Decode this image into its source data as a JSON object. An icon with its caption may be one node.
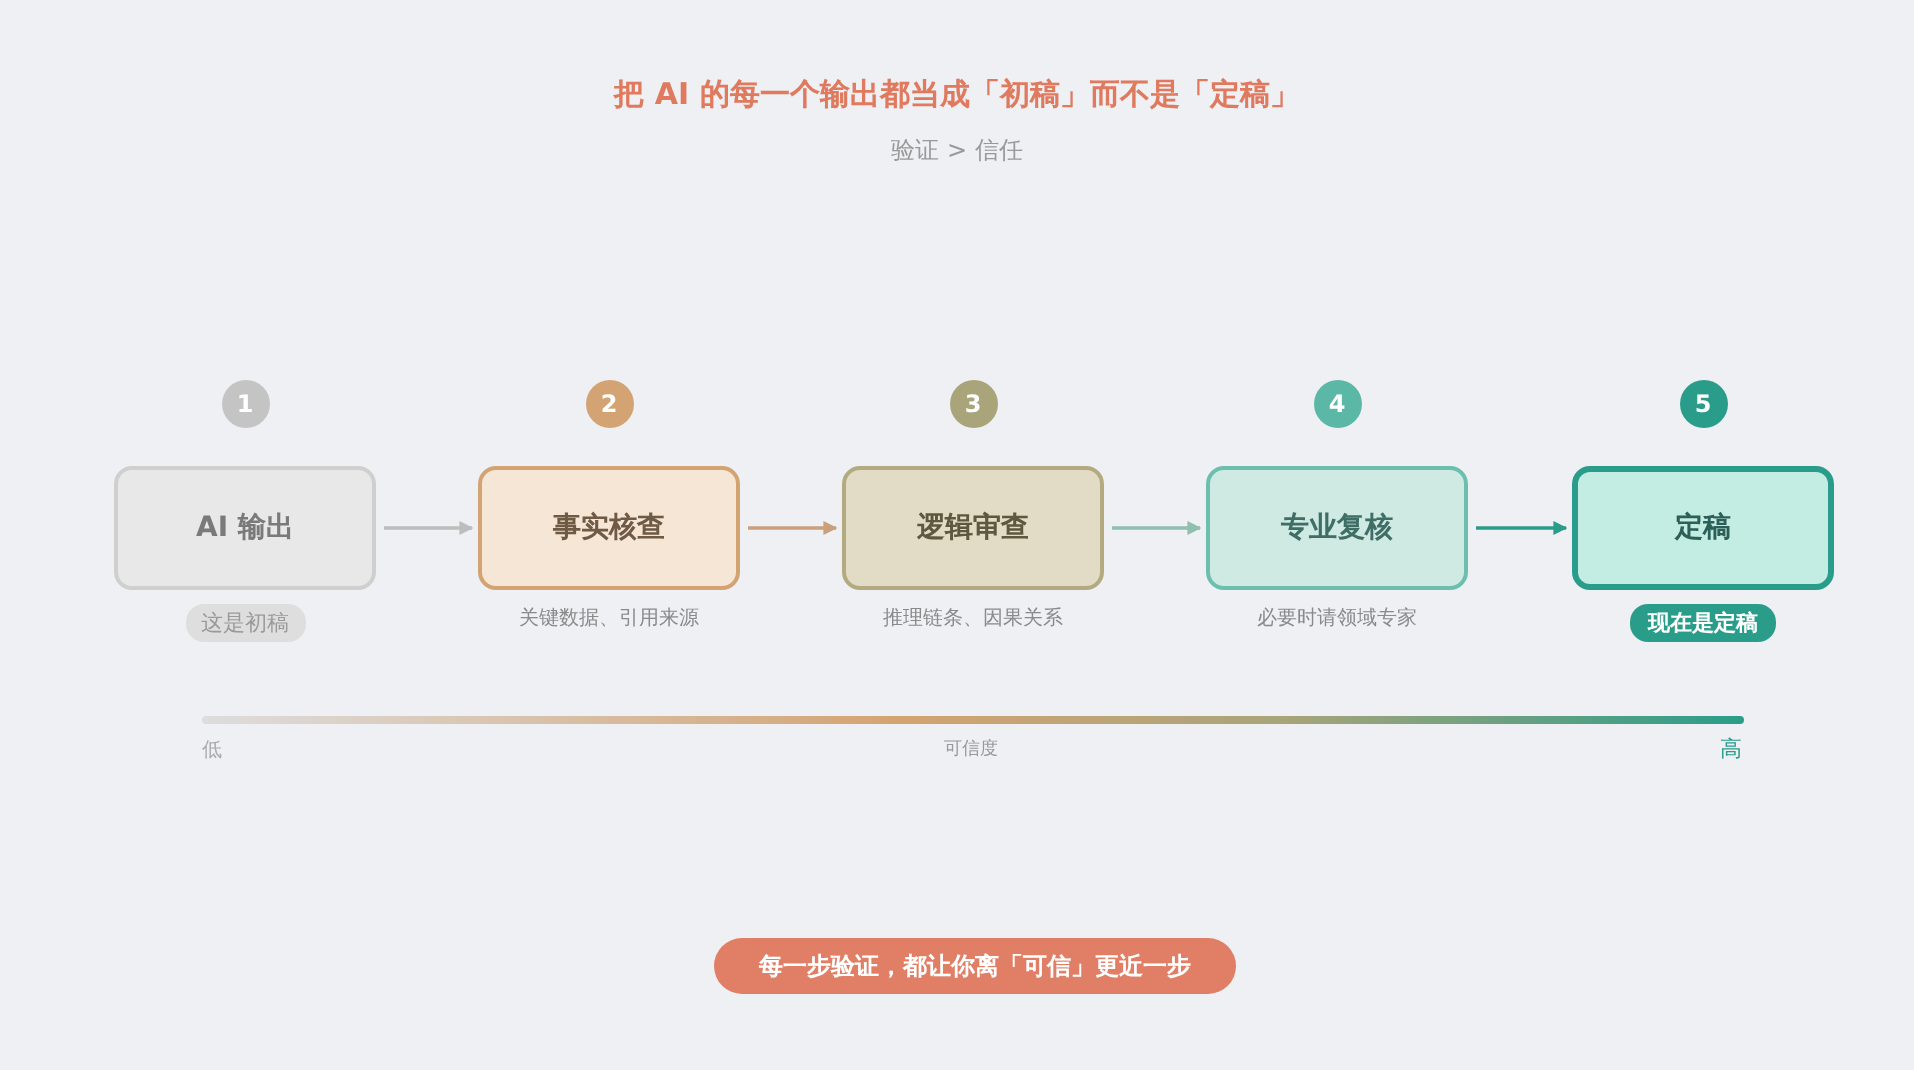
{
  "diagram": {
    "title": "把 AI 的每一个输出都当成「初稿」而不是「定稿」",
    "nodes": [
      {
        "text": [
          "AI 输出"
        ],
        "beside": [
          "1",
          "这是初稿"
        ]
      },
      {
        "text": [
          "事实核查"
        ],
        "beside": [
          "2",
          "关键数据、引用来源"
        ]
      },
      {
        "text": [
          "逻辑审查"
        ],
        "beside": [
          "3",
          "推理链条、因果关系"
        ]
      },
      {
        "text": [
          "专业复核"
        ],
        "beside": [
          "4",
          "必要时请领域专家"
        ]
      },
      {
        "text": [
          "定稿"
        ],
        "beside": [
          "5",
          "现在是定稿"
        ]
      }
    ],
    "edges": [
      {
        "from": 0,
        "to": 1,
        "arrow": "to",
        "color": "#bdbdbd"
      },
      {
        "from": 1,
        "to": 2,
        "arrow": "to",
        "color": "#c9a07a"
      },
      {
        "from": 2,
        "to": 3,
        "arrow": "to",
        "color": "#8fbfae"
      },
      {
        "from": 3,
        "to": 4,
        "arrow": "to",
        "color": "#2a9d8a"
      }
    ],
    "labels": [
      "验证 > 信任",
      "低",
      "可信度",
      "高",
      "每一步验证，都让你离「可信」更近一步"
    ]
  }
}
